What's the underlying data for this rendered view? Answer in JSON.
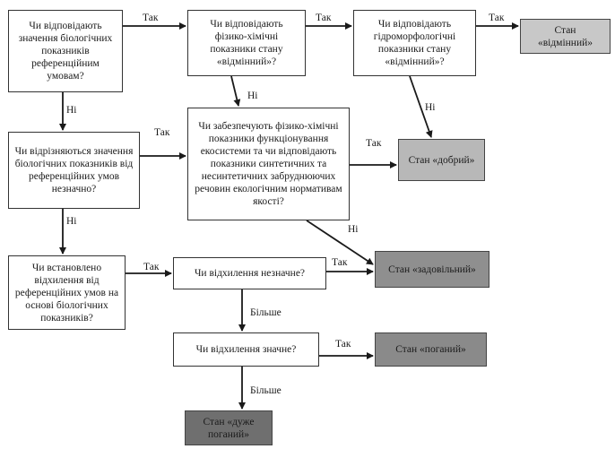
{
  "questions": {
    "reference_bio": "Чи відповідають значення біологічних показників референційним умовам?",
    "physchem_excellent": "Чи відповідають фізико-хімічні показники стану «відмінний»?",
    "hydromorph_excellent": "Чи відповідають гідроморфологічні показники стану «відмінний»?",
    "bio_slight_diff": "Чи відрізняються значення біологічних показників від референційних умов незначно?",
    "physchem_function": "Чи забезпечують фізико-хімічні показники функціонування екосистеми та чи відповідають показники синтетичних та несинтетичних забруднюючих речовин екологічним нормативам якості?",
    "deviation_established": "Чи встановлено відхилення від референційних умов на основі біологічних показників?",
    "deviation_slight": "Чи відхилення незначне?",
    "deviation_significant": "Чи відхилення значне?"
  },
  "states": {
    "excellent": "Стан «відмінний»",
    "good": "Стан «добрий»",
    "satisfactory": "Стан «задовільний»",
    "poor": "Стан «поганий»",
    "very_poor": "Стан «дуже поганий»"
  },
  "labels": {
    "yes": "Так",
    "no": "Ні",
    "more": "Більше"
  },
  "colors": {
    "line": "#1a1a1a",
    "state_excellent": "#c8c8c8",
    "state_good": "#b8b8b8",
    "state_satisfactory": "#8f8f8f",
    "state_poor": "#8a8a8a",
    "state_very_poor": "#6f6f6f"
  }
}
